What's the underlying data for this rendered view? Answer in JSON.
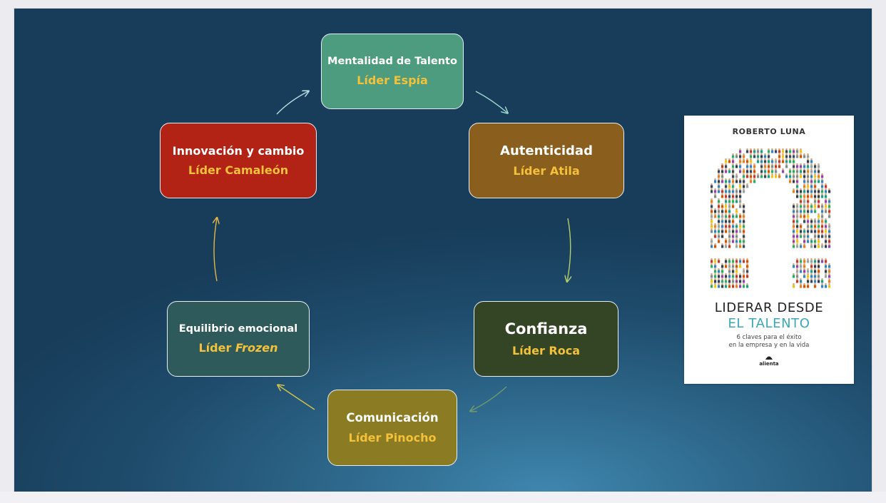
{
  "diagram": {
    "nodes": [
      {
        "title": "Mentalidad de Talento",
        "subtitle": "Líder Espía",
        "color": "#4e9c80"
      },
      {
        "title": "Autenticidad",
        "subtitle": "Líder Atila",
        "color": "#8a5e1c"
      },
      {
        "title": "Confianza",
        "subtitle": "Líder Roca",
        "color": "#344526"
      },
      {
        "title": "Comunicación",
        "subtitle": "Líder Pinocho",
        "color": "#8b7b22"
      },
      {
        "title": "Equilibrio emocional",
        "subtitle_prefix": "Líder ",
        "subtitle_em": "Frozen",
        "color": "#2f5a5c"
      },
      {
        "title": "Innovación y cambio",
        "subtitle": "Líder Camaleón",
        "color": "#b22215"
      }
    ],
    "arrow_colors": [
      "#9ed8cf",
      "#b4cf6a",
      "#6f9a6e",
      "#d0c24a",
      "#e3b64a",
      "#b9dce0"
    ]
  },
  "book": {
    "author": "ROBERTO LUNA",
    "title_line1": "LIDERAR DESDE",
    "title_line2": "EL TALENTO",
    "subtitle_line1": "6 claves para el éxito",
    "subtitle_line2": "en la empresa y en la vida",
    "publisher": "alienta"
  }
}
